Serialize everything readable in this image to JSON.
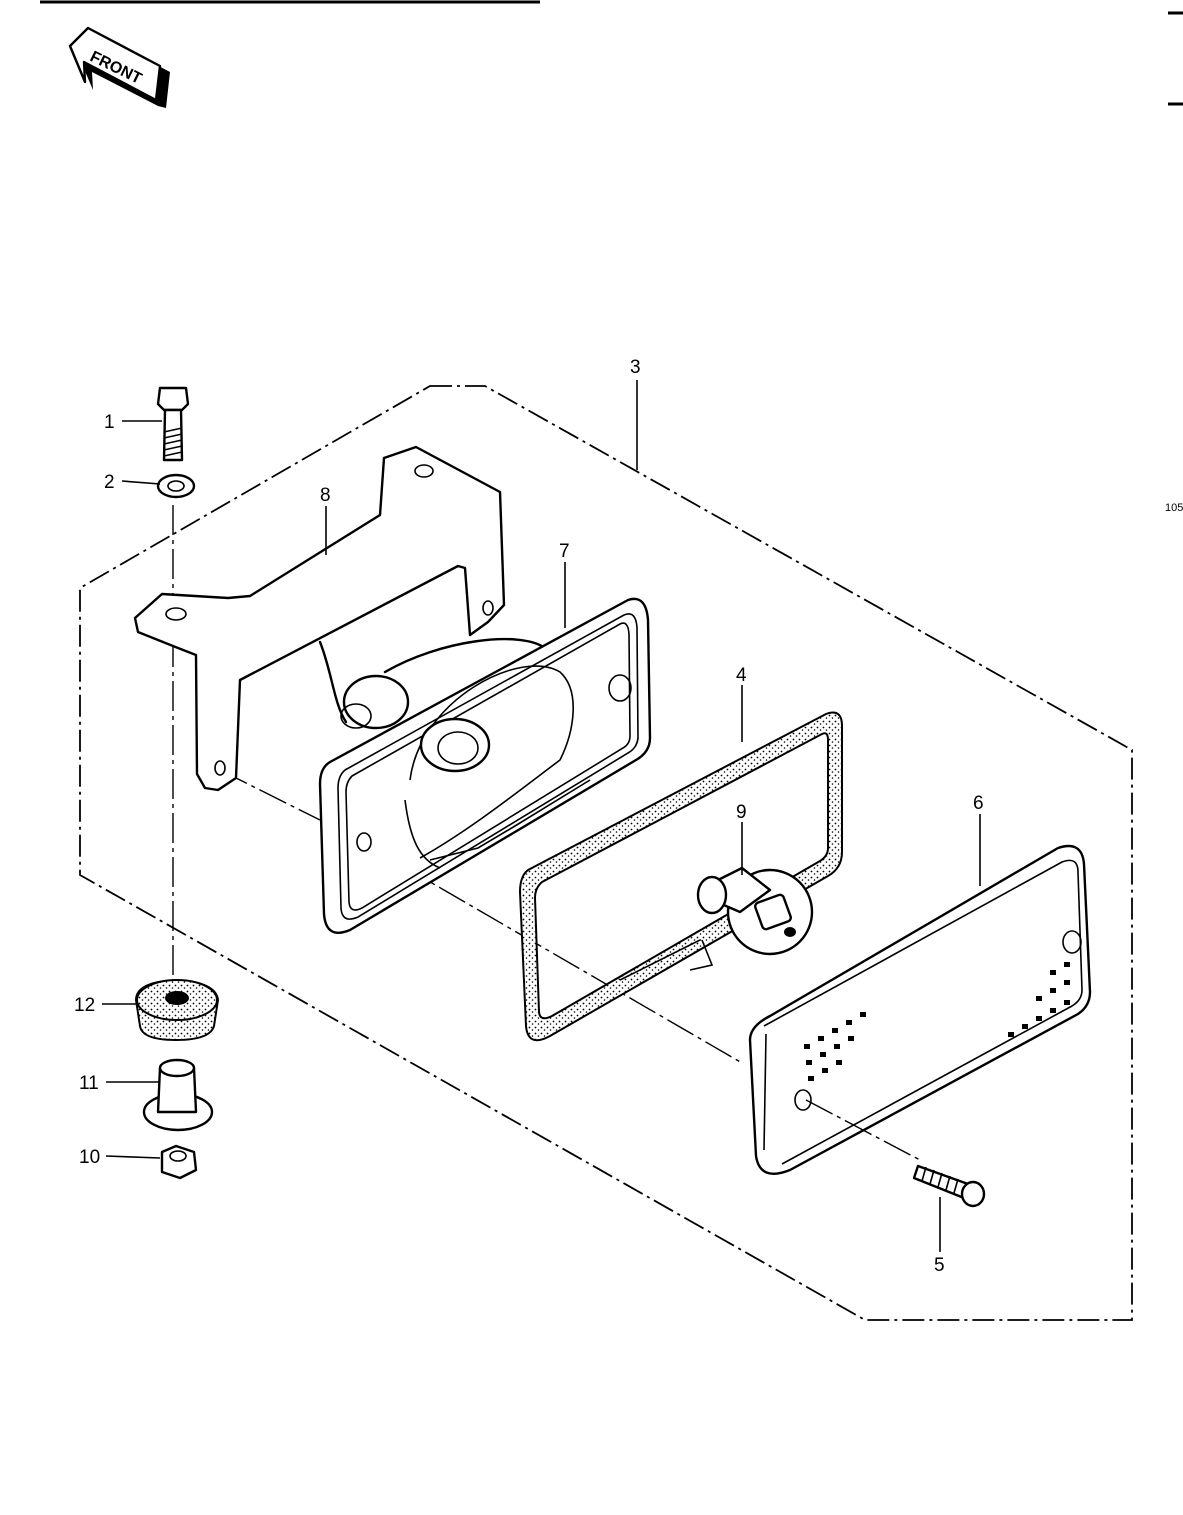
{
  "front_arrow": {
    "text": "FRONT"
  },
  "margin_note": "105",
  "callouts": {
    "c1": "1",
    "c2": "2",
    "c3": "3",
    "c4": "4",
    "c5": "5",
    "c6": "6",
    "c7": "7",
    "c8": "8",
    "c9": "9",
    "c10": "10",
    "c11": "11",
    "c12": "12"
  },
  "colors": {
    "ink": "#000000",
    "paper": "#ffffff"
  }
}
